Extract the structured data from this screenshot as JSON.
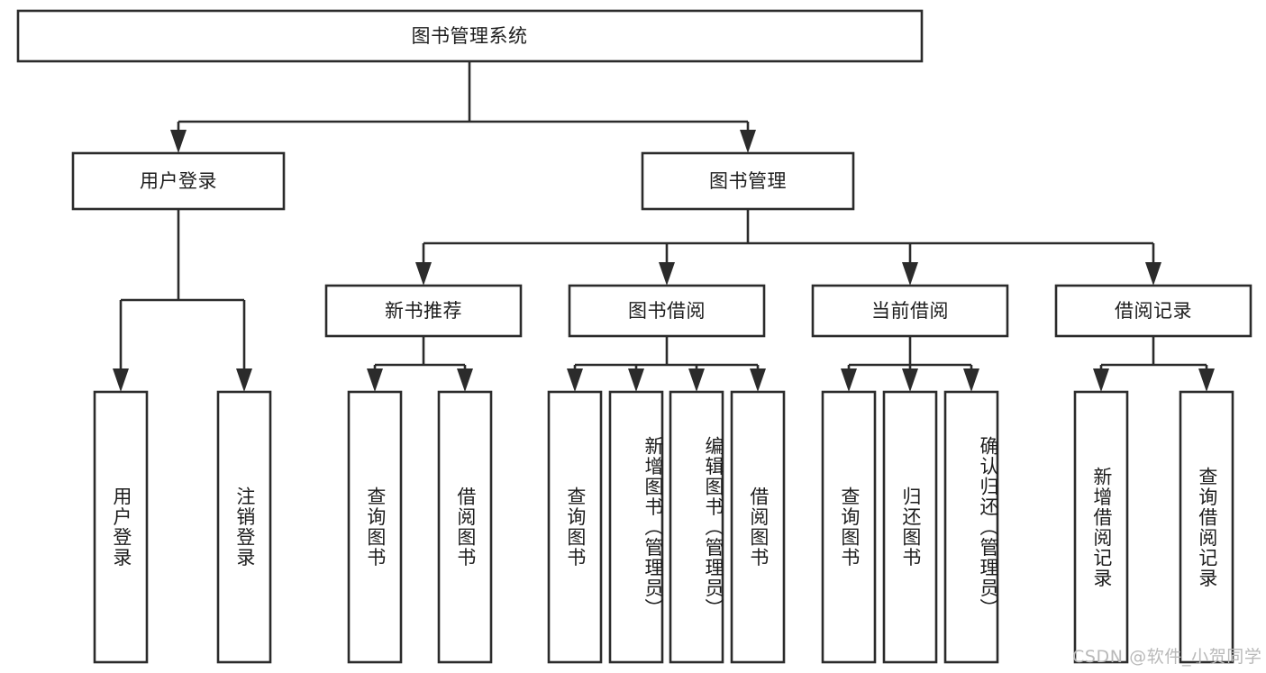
{
  "diagram": {
    "type": "tree",
    "title": "图书管理系统",
    "watermark": "CSDN @软件_小贺同学",
    "colors": {
      "stroke": "#2b2b2b",
      "fill": "#ffffff",
      "text": "#1d1d1d",
      "watermark": "#b9b9b9",
      "background": "#ffffff"
    },
    "nodes": {
      "root": {
        "label": "图书管理系统"
      },
      "level2": [
        {
          "id": "user-login",
          "label": "用户登录"
        },
        {
          "id": "book-manage",
          "label": "图书管理"
        }
      ],
      "level3": [
        {
          "id": "new-book-recommend",
          "label": "新书推荐"
        },
        {
          "id": "book-borrow",
          "label": "图书借阅"
        },
        {
          "id": "current-borrow",
          "label": "当前借阅"
        },
        {
          "id": "borrow-record",
          "label": "借阅记录"
        }
      ],
      "leaves": {
        "user_login": [
          {
            "id": "leaf-user-login",
            "label": "用户登录"
          },
          {
            "id": "leaf-logout-login",
            "label": "注销登录"
          }
        ],
        "new_book_recommend": [
          {
            "id": "leaf-query-book-1",
            "label": "查询图书"
          },
          {
            "id": "leaf-borrow-book-1",
            "label": "借阅图书"
          }
        ],
        "book_borrow": [
          {
            "id": "leaf-query-book-2",
            "label": "查询图书"
          },
          {
            "id": "leaf-add-book",
            "label": "新增图书（管理员）"
          },
          {
            "id": "leaf-edit-book",
            "label": "编辑图书（管理员）"
          },
          {
            "id": "leaf-borrow-book-2",
            "label": "借阅图书"
          }
        ],
        "current_borrow": [
          {
            "id": "leaf-query-book-3",
            "label": "查询图书"
          },
          {
            "id": "leaf-return-book",
            "label": "归还图书"
          },
          {
            "id": "leaf-confirm-return",
            "label": "确认归还（管理员）"
          }
        ],
        "borrow_record": [
          {
            "id": "leaf-add-record",
            "label": "新增借阅记录"
          },
          {
            "id": "leaf-query-record",
            "label": "查询借阅记录"
          }
        ]
      }
    }
  }
}
